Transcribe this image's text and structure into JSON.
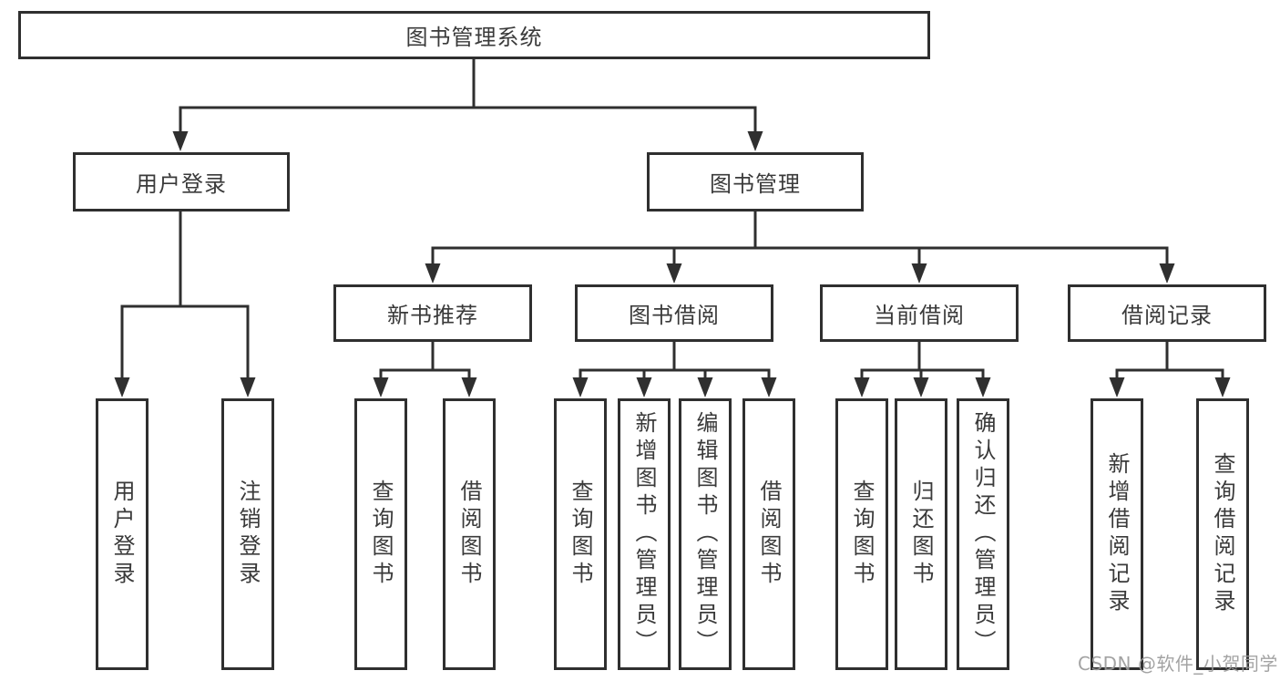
{
  "diagram": {
    "watermark": "CSDN @软件_小贺同学",
    "nodes": {
      "root": "图书管理系统",
      "level1": {
        "user_login": "用户登录",
        "book_mgmt": "图书管理"
      },
      "user_login_children": {
        "login": "用户登录",
        "logout": "注销登录"
      },
      "book_mgmt_children": {
        "new_book": "新书推荐",
        "borrow": "图书借阅",
        "current": "当前借阅",
        "records": "借阅记录"
      },
      "new_book_children": {
        "query": "查询图书",
        "borrow": "借阅图书"
      },
      "borrow_children": {
        "query": "查询图书",
        "add": "新增图书（管理员）",
        "edit": "编辑图书（管理员）",
        "borrow": "借阅图书"
      },
      "current_children": {
        "query": "查询图书",
        "return": "归还图书",
        "confirm": "确认归还（管理员）"
      },
      "records_children": {
        "add": "新增借阅记录",
        "query": "查询借阅记录"
      }
    }
  }
}
